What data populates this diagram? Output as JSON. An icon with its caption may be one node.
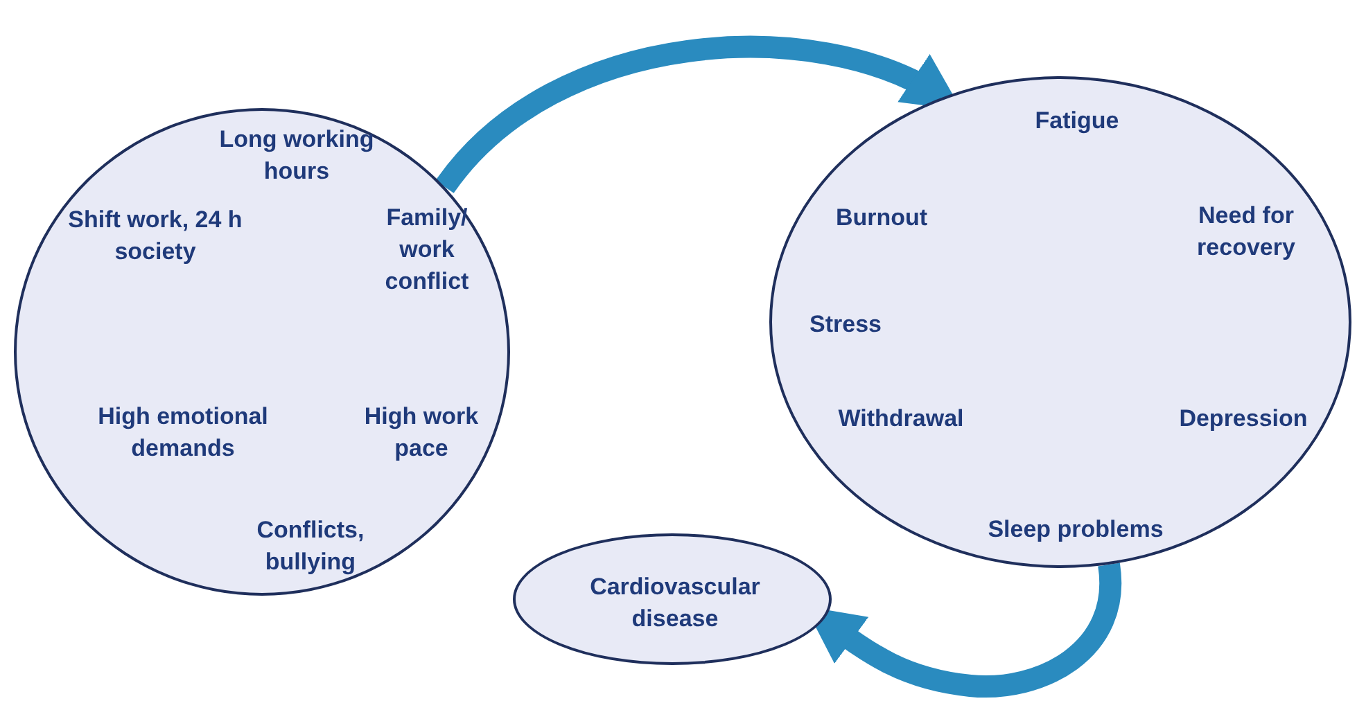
{
  "diagram": {
    "nodes": [
      {
        "text": [
          "Long working hours",
          "Shift work, 24 h society",
          "Family/ work conflict",
          "High emotional demands",
          "High work pace",
          "Conflicts, bullying"
        ]
      },
      {
        "text": [
          "Fatigue",
          "Burnout",
          "Need for recovery",
          "Stress",
          "Withdrawal",
          "Depression",
          "Sleep problems"
        ]
      },
      {
        "text": [
          "Cardiovascular disease"
        ]
      }
    ],
    "edges": [
      {
        "from": 0,
        "to": 1,
        "arrow": "to"
      },
      {
        "from": 1,
        "to": 2,
        "arrow": "to"
      }
    ]
  }
}
